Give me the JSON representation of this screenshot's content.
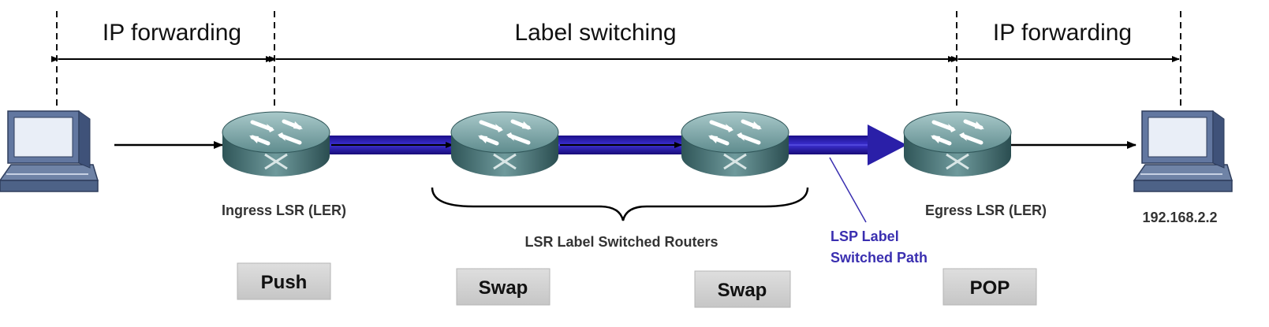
{
  "sections": {
    "left": "IP forwarding",
    "middle": "Label switching",
    "right": "IP forwarding"
  },
  "nodes": {
    "ingress": "Ingress LSR (LER)",
    "egress": "Egress LSR (LER)",
    "core_group": "LSR Label Switched Routers",
    "destination_ip": "192.168.2.2"
  },
  "lsp": {
    "line1": "LSP Label",
    "line2": "Switched Path",
    "color": "#2a1fa8"
  },
  "operations": {
    "ingress": "Push",
    "core1": "Swap",
    "core2": "Swap",
    "egress": "POP"
  },
  "icons": {
    "host": "computer-icon",
    "router": "router-icon"
  }
}
